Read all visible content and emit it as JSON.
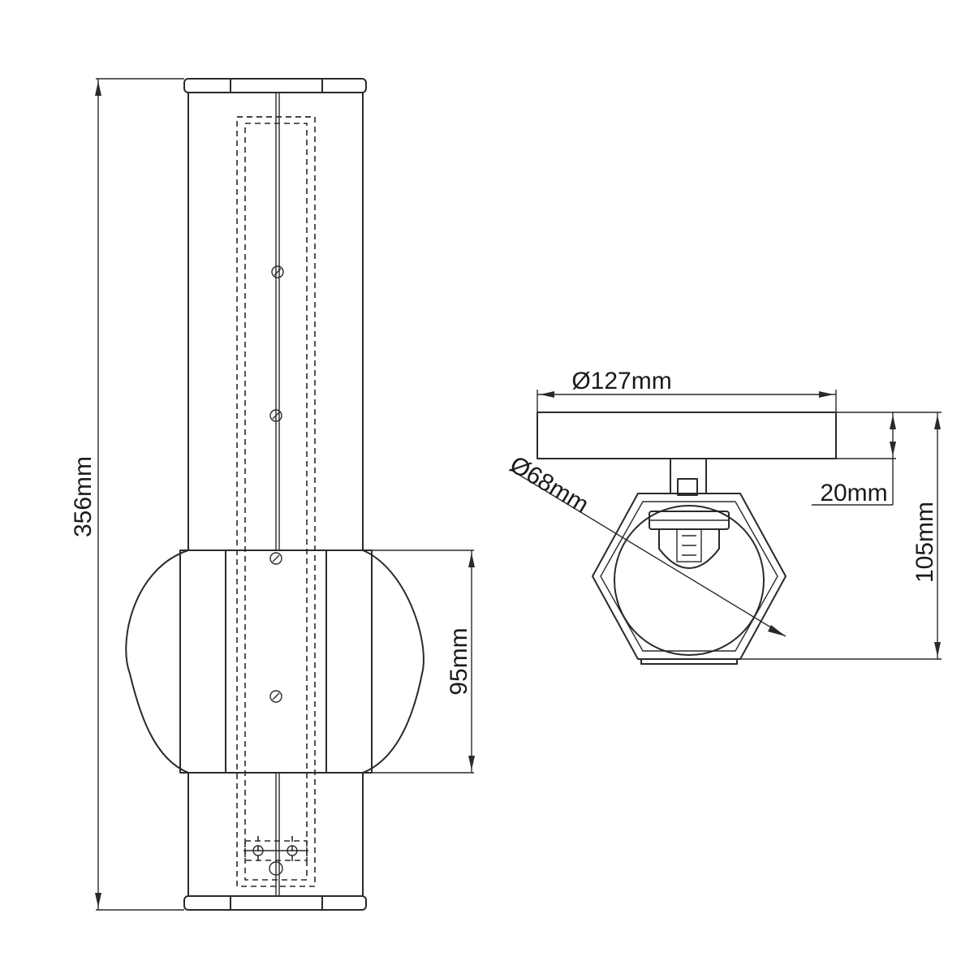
{
  "front_view": {
    "height_label": "356mm",
    "shade_height_label": "95mm"
  },
  "side_view": {
    "width_label": "Ø127mm",
    "diameter_label": "Ø68mm",
    "backplate_label": "20mm",
    "depth_label": "105mm"
  }
}
